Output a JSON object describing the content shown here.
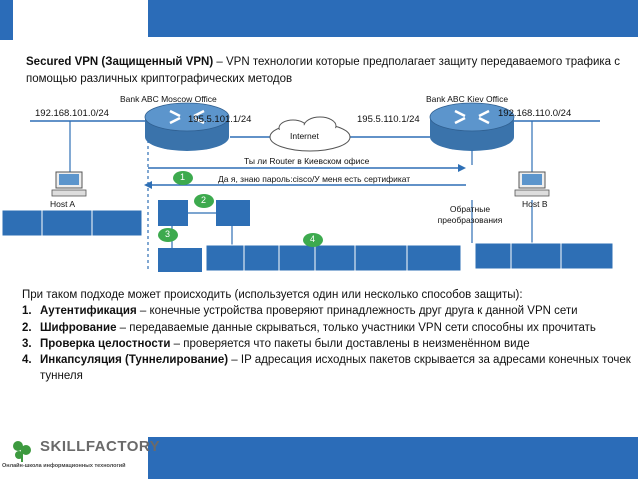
{
  "intro": {
    "title_bold": "Secured VPN (Защищенный  VPN)",
    "title_rest": " – VPN технологии которые предполагает защиту передаваемого трафика с помощью различных криптографических методов"
  },
  "diagram": {
    "moscow_label": "Bank ABC Moscow Office",
    "kiev_label": "Bank ABC Kiev Office",
    "net_left": "192.168.101.0/24",
    "ip_left_router": "195.5.101.1/24",
    "ip_right_router": "195.5.110.1/24",
    "net_right": "192.168.110.0/24",
    "internet": "Internet",
    "question": "Ты ли Router в Киевском офисе",
    "answer": "Да я, знаю пароль:cisco/У меня есть сертификат",
    "host_a": "Host A",
    "host_b": "Host B",
    "reverse": "Обратные преобразования",
    "steps": [
      "1",
      "2",
      "3",
      "4"
    ]
  },
  "bullets": {
    "intro": "При таком подходе может происходить (используется один или несколько способов защиты):",
    "items": [
      {
        "num": "1.",
        "bold": "Аутентификация",
        "rest": " – конечные устройства проверяют принадлежность друг друга к данной VPN сети"
      },
      {
        "num": "2.",
        "bold": "Шифрование",
        "rest": " – передаваемые данные скрываться, только участники VPN сети способны их прочитать"
      },
      {
        "num": "3.",
        "bold": "Проверка целостности",
        "rest": " – проверяется что пакеты были доставлены в неизменённом виде"
      },
      {
        "num": "4.",
        "bold": "Инкапсуляция (Туннелирование)",
        "rest": " –  IP адресация исходных пакетов скрывается за адресами конечных точек туннеля"
      }
    ]
  },
  "logo": {
    "name": "SKILLFACTORY",
    "subtitle": "Онлайн-школа информационных технологий"
  },
  "colors": {
    "accent_blue": "#2b6cb8",
    "diagram_blue": "#2e6fb5",
    "step_green": "#3daa4e",
    "logo_green": "#3d9a3f"
  }
}
